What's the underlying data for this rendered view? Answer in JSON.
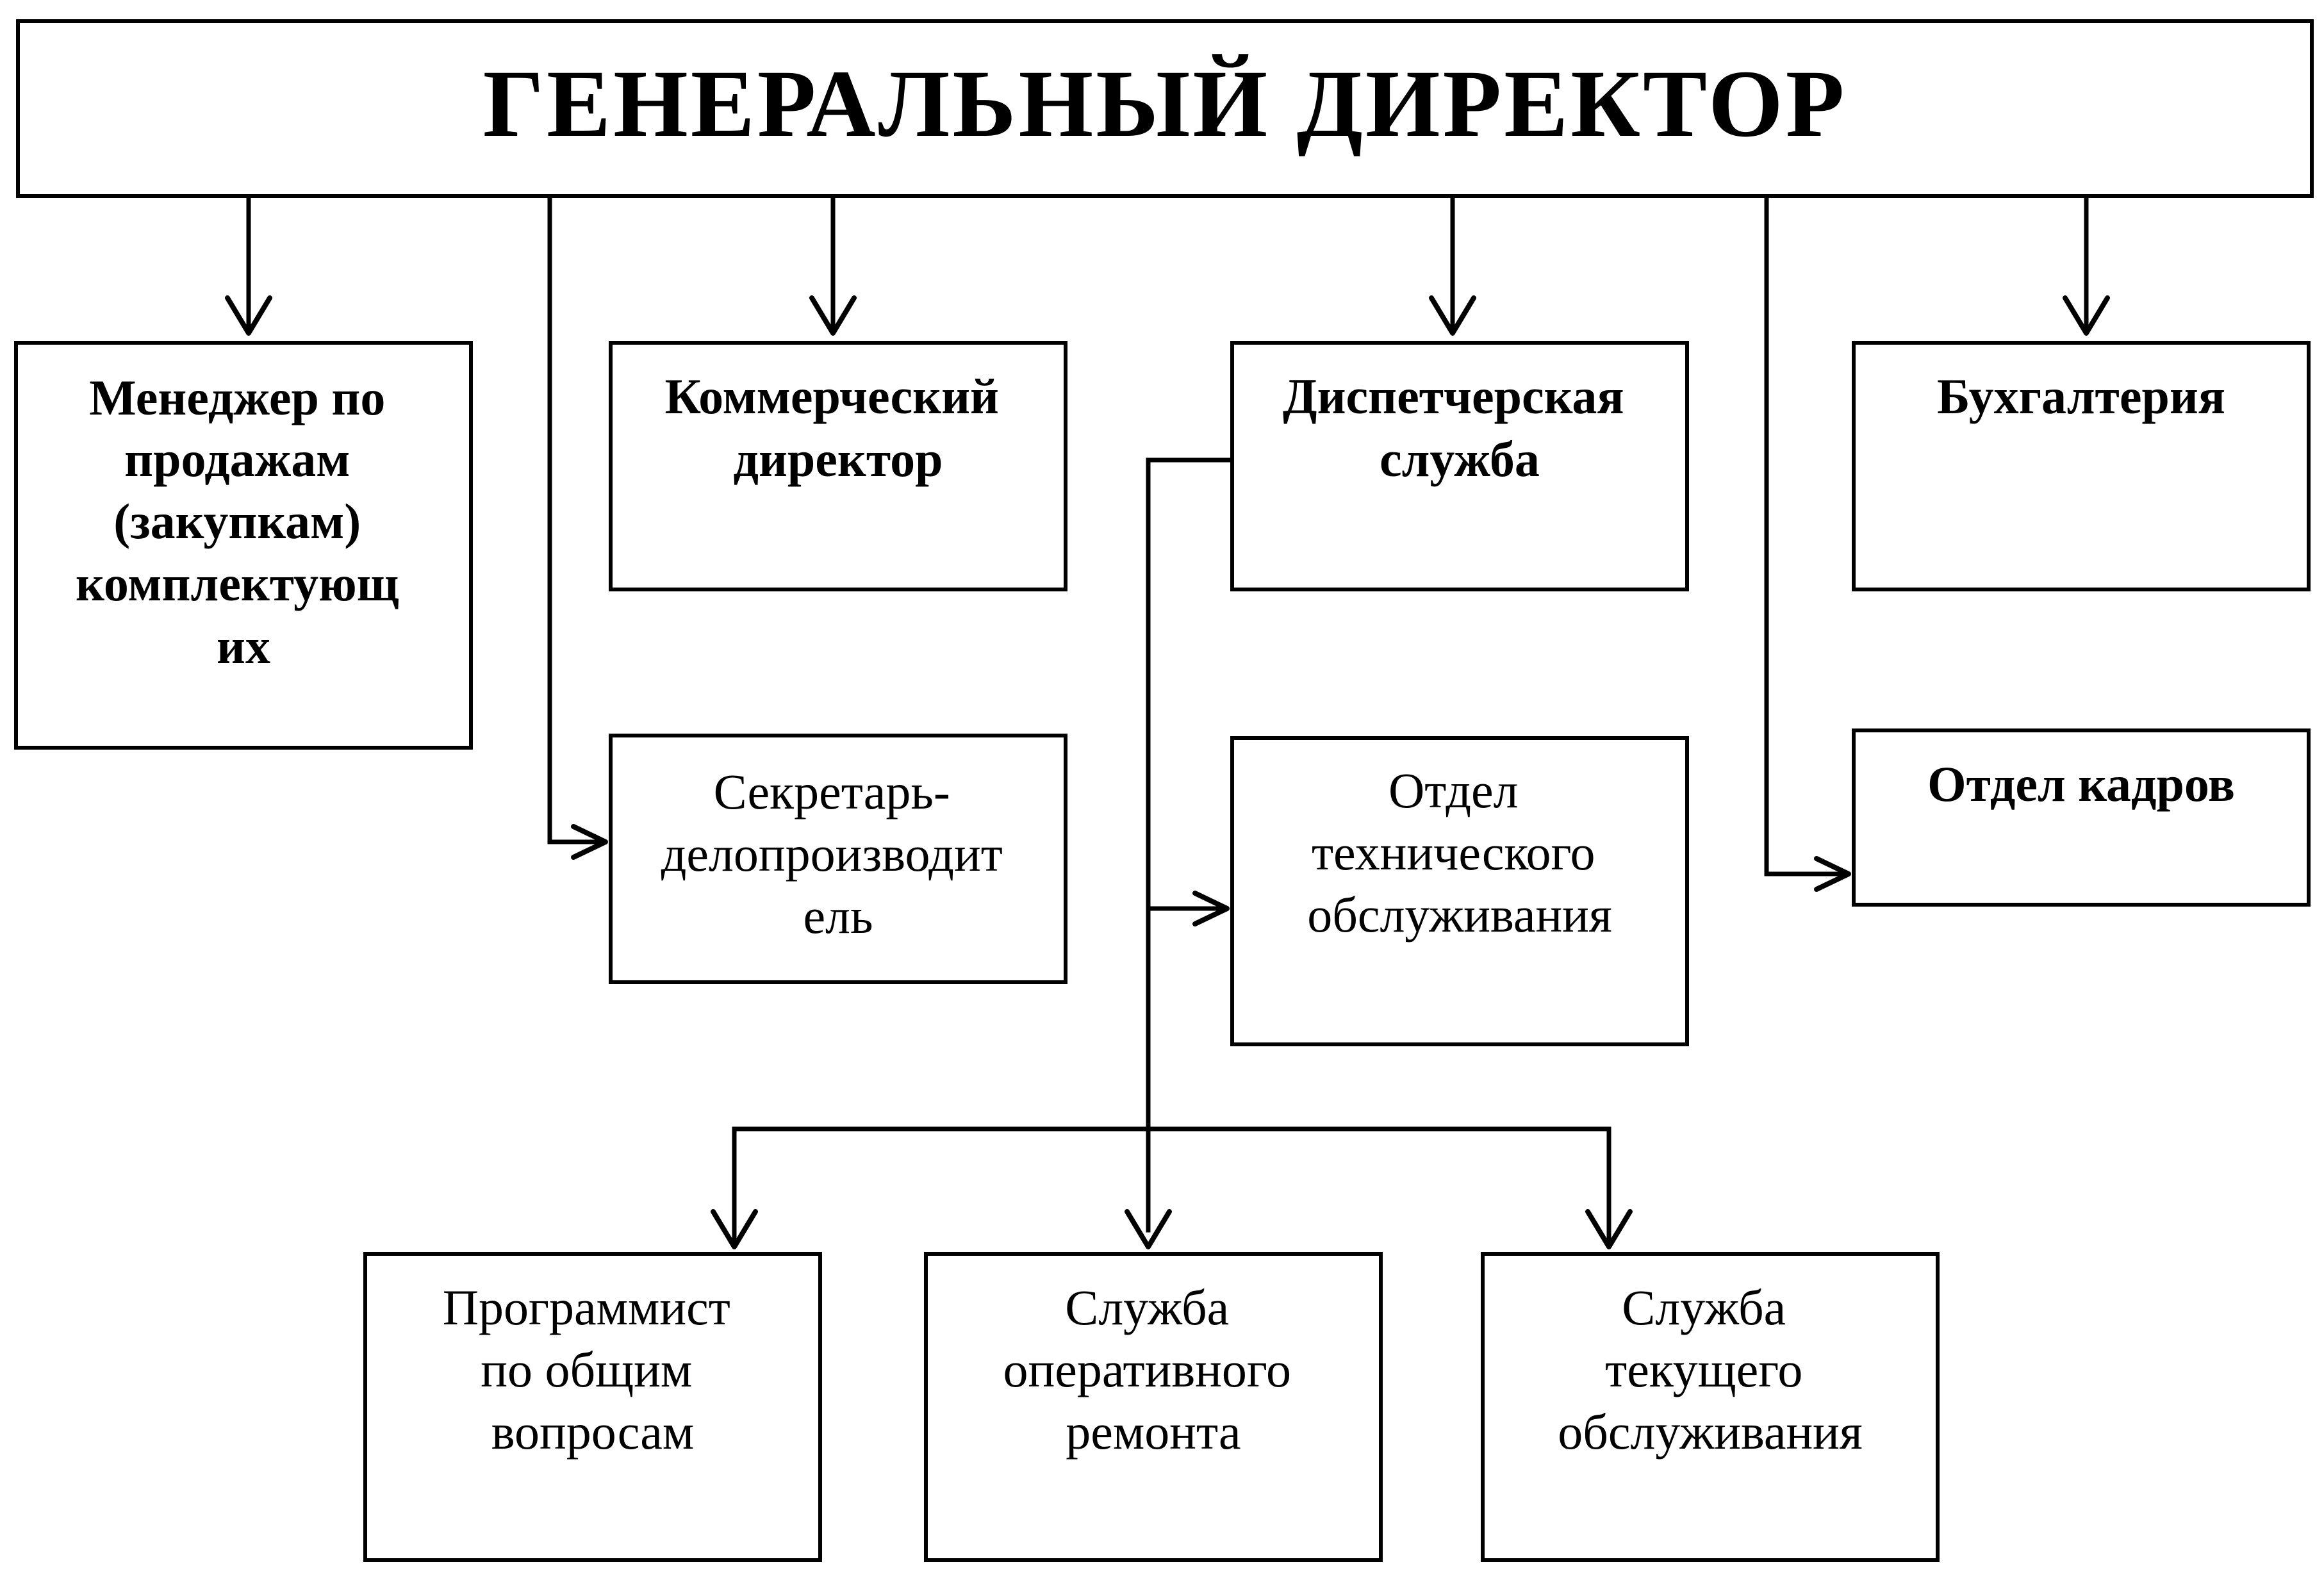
{
  "diagram": {
    "top": {
      "title": "ГЕНЕРАЛЬНЫЙ ДИРЕКТОР"
    },
    "units": {
      "sales_manager": [
        "Менеджер по",
        "продажам",
        "(закупкам)",
        "комплектующ",
        "их"
      ],
      "commercial_director": [
        "Коммерческий",
        "директор"
      ],
      "dispatch_service": [
        "Диспетчерская",
        "служба"
      ],
      "accounting": [
        "Бухгалтерия"
      ],
      "secretary": [
        "Секретарь-",
        "делопроизводит",
        "ель"
      ],
      "tech_maintenance": [
        "Отдел",
        "технического",
        "обслуживания"
      ],
      "hr_department": [
        "Отдел кадров"
      ],
      "programmer": [
        "Программист",
        "по общим",
        "вопросам"
      ],
      "operational_repair": [
        "Служба",
        "оперативного",
        "ремонта"
      ],
      "current_maintenance": [
        "Служба",
        "текущего",
        "обслуживания"
      ]
    }
  }
}
